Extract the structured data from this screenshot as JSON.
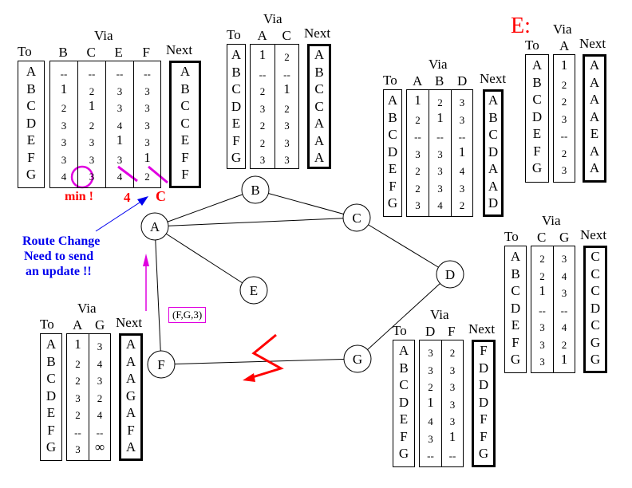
{
  "labels": {
    "to": "To",
    "via": "Via",
    "next": "Next"
  },
  "destinations": [
    "A",
    "B",
    "C",
    "D",
    "E",
    "F",
    "G"
  ],
  "tables": {
    "A": {
      "via_cols": [
        "B",
        "C",
        "E",
        "F"
      ],
      "values": [
        [
          "--",
          "1",
          "2",
          "3",
          "3",
          "3",
          "4"
        ],
        [
          "--",
          "2",
          "1",
          "2",
          "3",
          "3",
          "3"
        ],
        [
          "--",
          "3",
          "3",
          "4",
          "1",
          "3",
          "4"
        ],
        [
          "--",
          "3",
          "3",
          "3",
          "3",
          "1",
          "2"
        ]
      ],
      "next": [
        "A",
        "B",
        "C",
        "C",
        "E",
        "F",
        "F"
      ],
      "annotations": {
        "min": "min !",
        "new_cost": "4",
        "new_next": "C"
      }
    },
    "B": {
      "via_cols": [
        "A",
        "C"
      ],
      "values": [
        [
          "1",
          "--",
          "2",
          "3",
          "2",
          "2",
          "3"
        ],
        [
          "2",
          "--",
          "1",
          "2",
          "3",
          "3",
          "3"
        ]
      ],
      "next": [
        "A",
        "B",
        "C",
        "C",
        "A",
        "A",
        "A"
      ]
    },
    "C": {
      "via_cols": [
        "A",
        "B",
        "D"
      ],
      "values": [
        [
          "1",
          "2",
          "--",
          "3",
          "2",
          "2",
          "3"
        ],
        [
          "2",
          "1",
          "--",
          "3",
          "3",
          "3",
          "4"
        ],
        [
          "3",
          "3",
          "--",
          "1",
          "4",
          "3",
          "2"
        ]
      ],
      "next": [
        "A",
        "B",
        "C",
        "D",
        "A",
        "A",
        "D"
      ]
    },
    "E": {
      "title": "E:",
      "via_cols": [
        "A"
      ],
      "values": [
        [
          "1",
          "2",
          "2",
          "3",
          "--",
          "2",
          "3"
        ]
      ],
      "next": [
        "A",
        "A",
        "A",
        "A",
        "E",
        "A",
        "A"
      ]
    },
    "D": {
      "via_cols": [
        "C",
        "G"
      ],
      "values": [
        [
          "2",
          "2",
          "1",
          "--",
          "3",
          "3",
          "3"
        ],
        [
          "3",
          "4",
          "3",
          "--",
          "4",
          "2",
          "1"
        ]
      ],
      "next": [
        "C",
        "C",
        "C",
        "D",
        "C",
        "G",
        "G"
      ]
    },
    "G": {
      "via_cols": [
        "D",
        "F"
      ],
      "values": [
        [
          "3",
          "3",
          "2",
          "1",
          "4",
          "3",
          "--"
        ],
        [
          "2",
          "3",
          "3",
          "3",
          "3",
          "1",
          "--"
        ]
      ],
      "next": [
        "F",
        "D",
        "D",
        "D",
        "F",
        "F",
        "G"
      ]
    },
    "F": {
      "via_cols": [
        "A",
        "G"
      ],
      "values": [
        [
          "1",
          "2",
          "2",
          "3",
          "2",
          "--",
          "3"
        ],
        [
          "3",
          "4",
          "3",
          "2",
          "4",
          "--",
          "∞"
        ]
      ],
      "next": [
        "A",
        "A",
        "A",
        "G",
        "A",
        "F",
        "A"
      ]
    }
  },
  "graph": {
    "nodes": [
      "A",
      "B",
      "C",
      "D",
      "E",
      "F",
      "G"
    ],
    "edges": [
      [
        "A",
        "B"
      ],
      [
        "B",
        "C"
      ],
      [
        "A",
        "C"
      ],
      [
        "A",
        "E"
      ],
      [
        "A",
        "F"
      ],
      [
        "C",
        "D"
      ],
      [
        "D",
        "G"
      ],
      [
        "F",
        "G"
      ]
    ],
    "broken_link": [
      "F",
      "G"
    ]
  },
  "notes": {
    "route_change": [
      "Route Change",
      "Need to send",
      "an update !!"
    ],
    "update_message": "(F,G,3)"
  },
  "colors": {
    "highlight": "#e000e0",
    "alert": "#ff0000",
    "note": "#0000ee"
  }
}
